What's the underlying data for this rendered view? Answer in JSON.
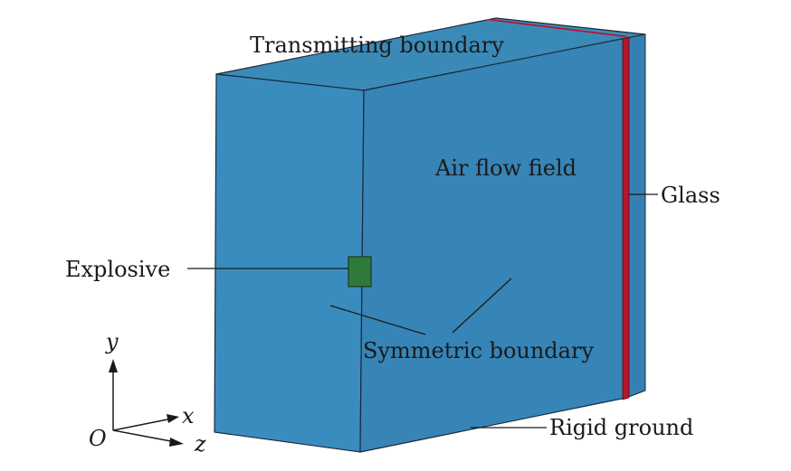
{
  "labels": {
    "transmitting_boundary": "Transmitting boundary",
    "air_flow_field": "Air flow field",
    "glass": "Glass",
    "explosive": "Explosive",
    "symmetric_boundary": "Symmetric boundary",
    "rigid_ground": "Rigid ground"
  },
  "axes": {
    "y": "y",
    "x": "x",
    "z": "z",
    "origin": "O"
  },
  "colors": {
    "front_face": "#3a8cbf",
    "side_face": "#3784b6",
    "top_face": "#3a8ab8",
    "glass": "#b5162b",
    "explosive": "#2f7a3a",
    "edge": "#1c2a38"
  }
}
